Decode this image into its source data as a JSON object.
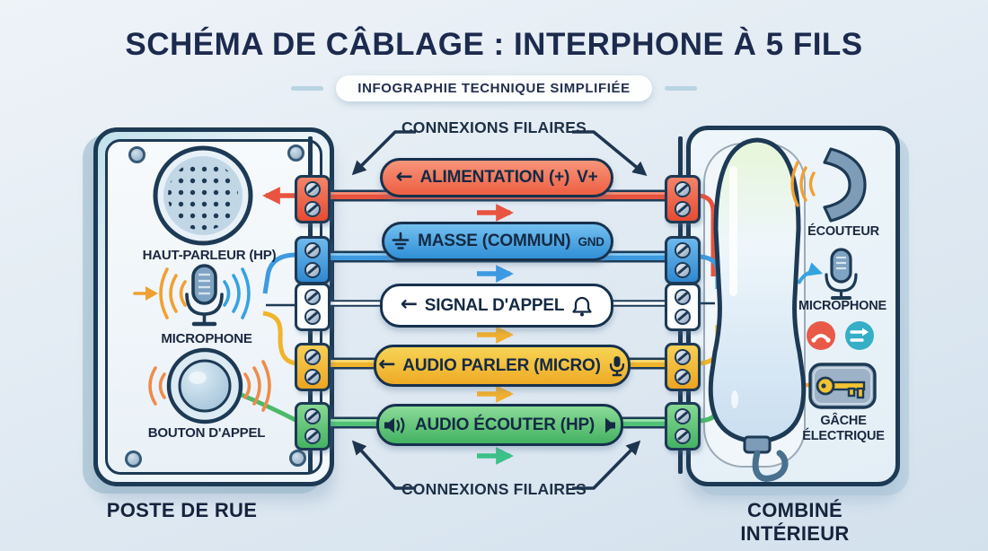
{
  "title": "SCHÉMA DE CÂBLAGE : INTERPHONE À 5 FILS",
  "subtitle": "INFOGRAPHIE TECHNIQUE SIMPLIFIÉE",
  "connections_label_top": "CONNEXIONS FILAIRES",
  "connections_label_bottom": "CONNEXIONS FILAIRES",
  "glyphs": {
    "arrow_left": "←"
  },
  "left_device": {
    "caption": "POSTE DE RUE",
    "speaker_label": "HAUT-PARLEUR (HP)",
    "microphone_label": "MICROPHONE",
    "button_label": "BOUTON D'APPEL"
  },
  "right_device": {
    "caption": "COMBINÉ INTÉRIEUR",
    "earpiece_label": "ÉCOUTEUR",
    "microphone_label": "MICROPHONE",
    "strike_label": "GÂCHE ÉLECTRIQUE"
  },
  "wires": [
    {
      "id": "power",
      "label": "ALIMENTATION (+)",
      "suffix": "V+",
      "color": "#e8543f"
    },
    {
      "id": "ground",
      "label": "MASSE (COMMUN)",
      "suffix": "GND",
      "color": "#3d9ae0"
    },
    {
      "id": "call-signal",
      "label": "SIGNAL D'APPEL",
      "suffix": "",
      "color": "#ffffff"
    },
    {
      "id": "audio-talk",
      "label": "AUDIO PARLER (MICRO)",
      "suffix": "",
      "color": "#f0b42c"
    },
    {
      "id": "audio-listen",
      "label": "AUDIO ÉCOUTER (HP)",
      "suffix": "",
      "color": "#52c178"
    }
  ],
  "colors": {
    "outline": "#1d3a55",
    "text": "#16243d",
    "background_top": "#eef3f8",
    "background_bottom": "#d3e1ed",
    "red": "#e8543f",
    "blue": "#3d9ae0",
    "white": "#ffffff",
    "yellow": "#f0b42c",
    "green": "#52c178",
    "orange_accent": "#f0a032",
    "teal_badge": "#35aec6",
    "red_badge": "#e85a47",
    "key_yellow": "#f3c332"
  }
}
